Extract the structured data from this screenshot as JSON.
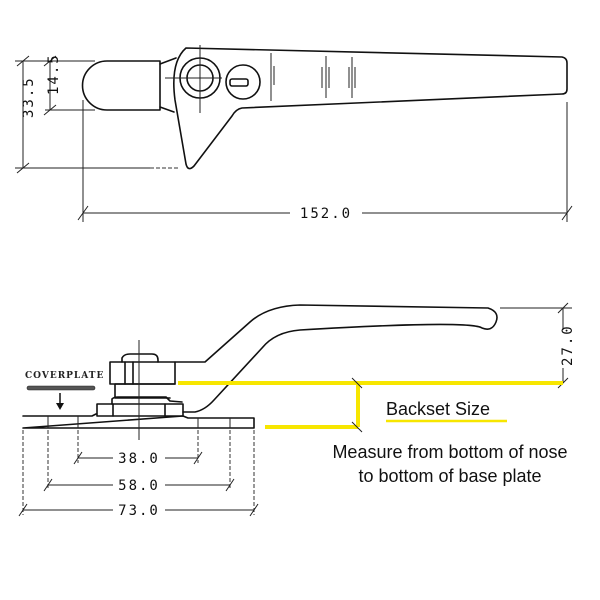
{
  "top_view": {
    "dimensions": {
      "overall_height": "33.5",
      "nose_height": "14.5",
      "overall_length": "152.0"
    }
  },
  "side_view": {
    "coverplate_label": "COVERPLATE",
    "dimensions": {
      "handle_height": "27.0",
      "hole_inner": "38.0",
      "hole_outer": "58.0",
      "plate_length": "73.0"
    },
    "backset_label": "Backset Size",
    "note_line1": "Measure from bottom of nose",
    "note_line2": "to bottom of base plate",
    "highlight_color": "#f7e600"
  }
}
